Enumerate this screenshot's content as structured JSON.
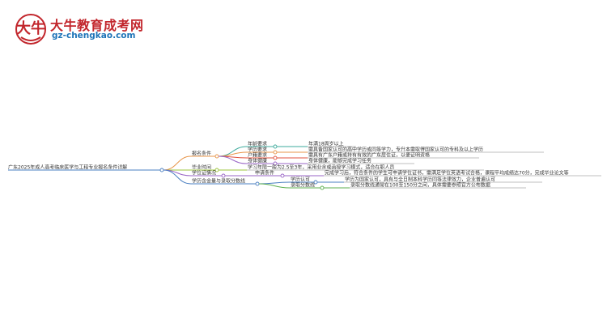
{
  "header": {
    "logo_glyph": "大牛",
    "brand_title": "大牛教育成考网",
    "brand_url": "gz-chengkao.com",
    "colors": {
      "brand_red": "#c2262c",
      "brand_blue": "#1e74b8"
    }
  },
  "mindmap": {
    "root": "广东2025年成人高考临床医学与工程专业报名条件详解",
    "colors": {
      "orange": "#e8964a",
      "lime": "#9bc43b",
      "purple": "#9a66c7",
      "blue": "#4a7fc1",
      "teal": "#3eab9c",
      "red": "#e0533f",
      "green": "#5caf4f",
      "line_bar": "#bfbfbf"
    },
    "branches": [
      {
        "label": "报名条件",
        "children": [
          {
            "label": "年龄要求",
            "detail": "年满18周岁以上"
          },
          {
            "label": "学历要求",
            "detail": "需具备国家认可的高中学历或同等学力，专升本需取得国家认可的专科及以上学历"
          },
          {
            "label": "户籍要求",
            "detail": "需具有广东户籍或持有有效的广东居住证，以便证明资格"
          },
          {
            "label": "身体健康",
            "detail": "身体健康，能够完成学习任务"
          }
        ]
      },
      {
        "label": "毕业时间",
        "children": [
          {
            "label": "",
            "detail": "学习年限一般为2.5至3年，采用业余或函授学习模式，适合在职人员"
          }
        ]
      },
      {
        "label": "学位证情况",
        "children": [
          {
            "label": "申请条件",
            "detail": "完成学习后，符合条件的学生可申请学位证书，需满足学位英语考试合格，课程平均成绩达70分，完成毕业论文等"
          }
        ]
      },
      {
        "label": "学历含金量与录取分数线",
        "children": [
          {
            "label": "学历认可",
            "detail": "学历为国家认可，具有与全日制本科学历同等法律效力，企业普遍认可"
          },
          {
            "label": "录取分数线",
            "detail": "录取分数线通常在100至150分之间，具体需要参照官方公布数据"
          }
        ]
      }
    ]
  }
}
